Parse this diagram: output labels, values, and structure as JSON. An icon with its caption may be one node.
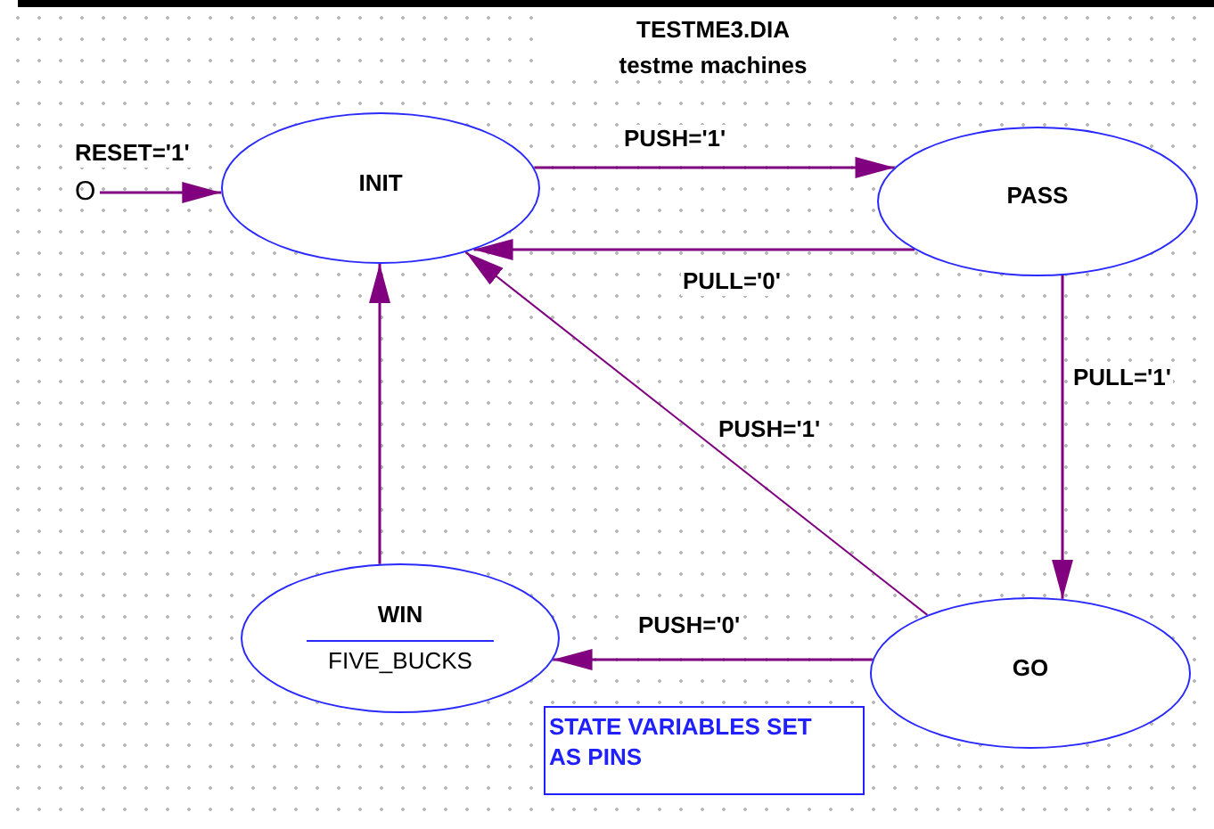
{
  "diagram": {
    "title": "TESTME3.DIA",
    "nodes": [
      {
        "text": [
          "O"
        ]
      },
      {
        "text": [
          "INIT"
        ]
      },
      {
        "text": [
          "PASS"
        ]
      },
      {
        "text": [
          "GO"
        ]
      },
      {
        "text": [
          "WIN",
          "FIVE_BUCKS"
        ]
      },
      {
        "text": [
          "STATE VARIABLES SET AS PINS"
        ]
      }
    ],
    "edges": [
      {
        "from": 0,
        "to": 1,
        "arrow": "to",
        "label": "RESET='1'"
      },
      {
        "from": 1,
        "to": 2,
        "arrow": "to",
        "label": "PUSH='1'"
      },
      {
        "from": 2,
        "to": 1,
        "arrow": "to",
        "label": "PULL='0'"
      },
      {
        "from": 2,
        "to": 3,
        "arrow": "to",
        "label": "PULL='1'"
      },
      {
        "from": 3,
        "to": 1,
        "arrow": "to",
        "label": "PUSH='1'"
      },
      {
        "from": 3,
        "to": 4,
        "arrow": "to",
        "label": "PUSH='0'"
      },
      {
        "from": 4,
        "to": 1,
        "arrow": "to"
      }
    ],
    "labels": [
      "testme machines"
    ]
  }
}
